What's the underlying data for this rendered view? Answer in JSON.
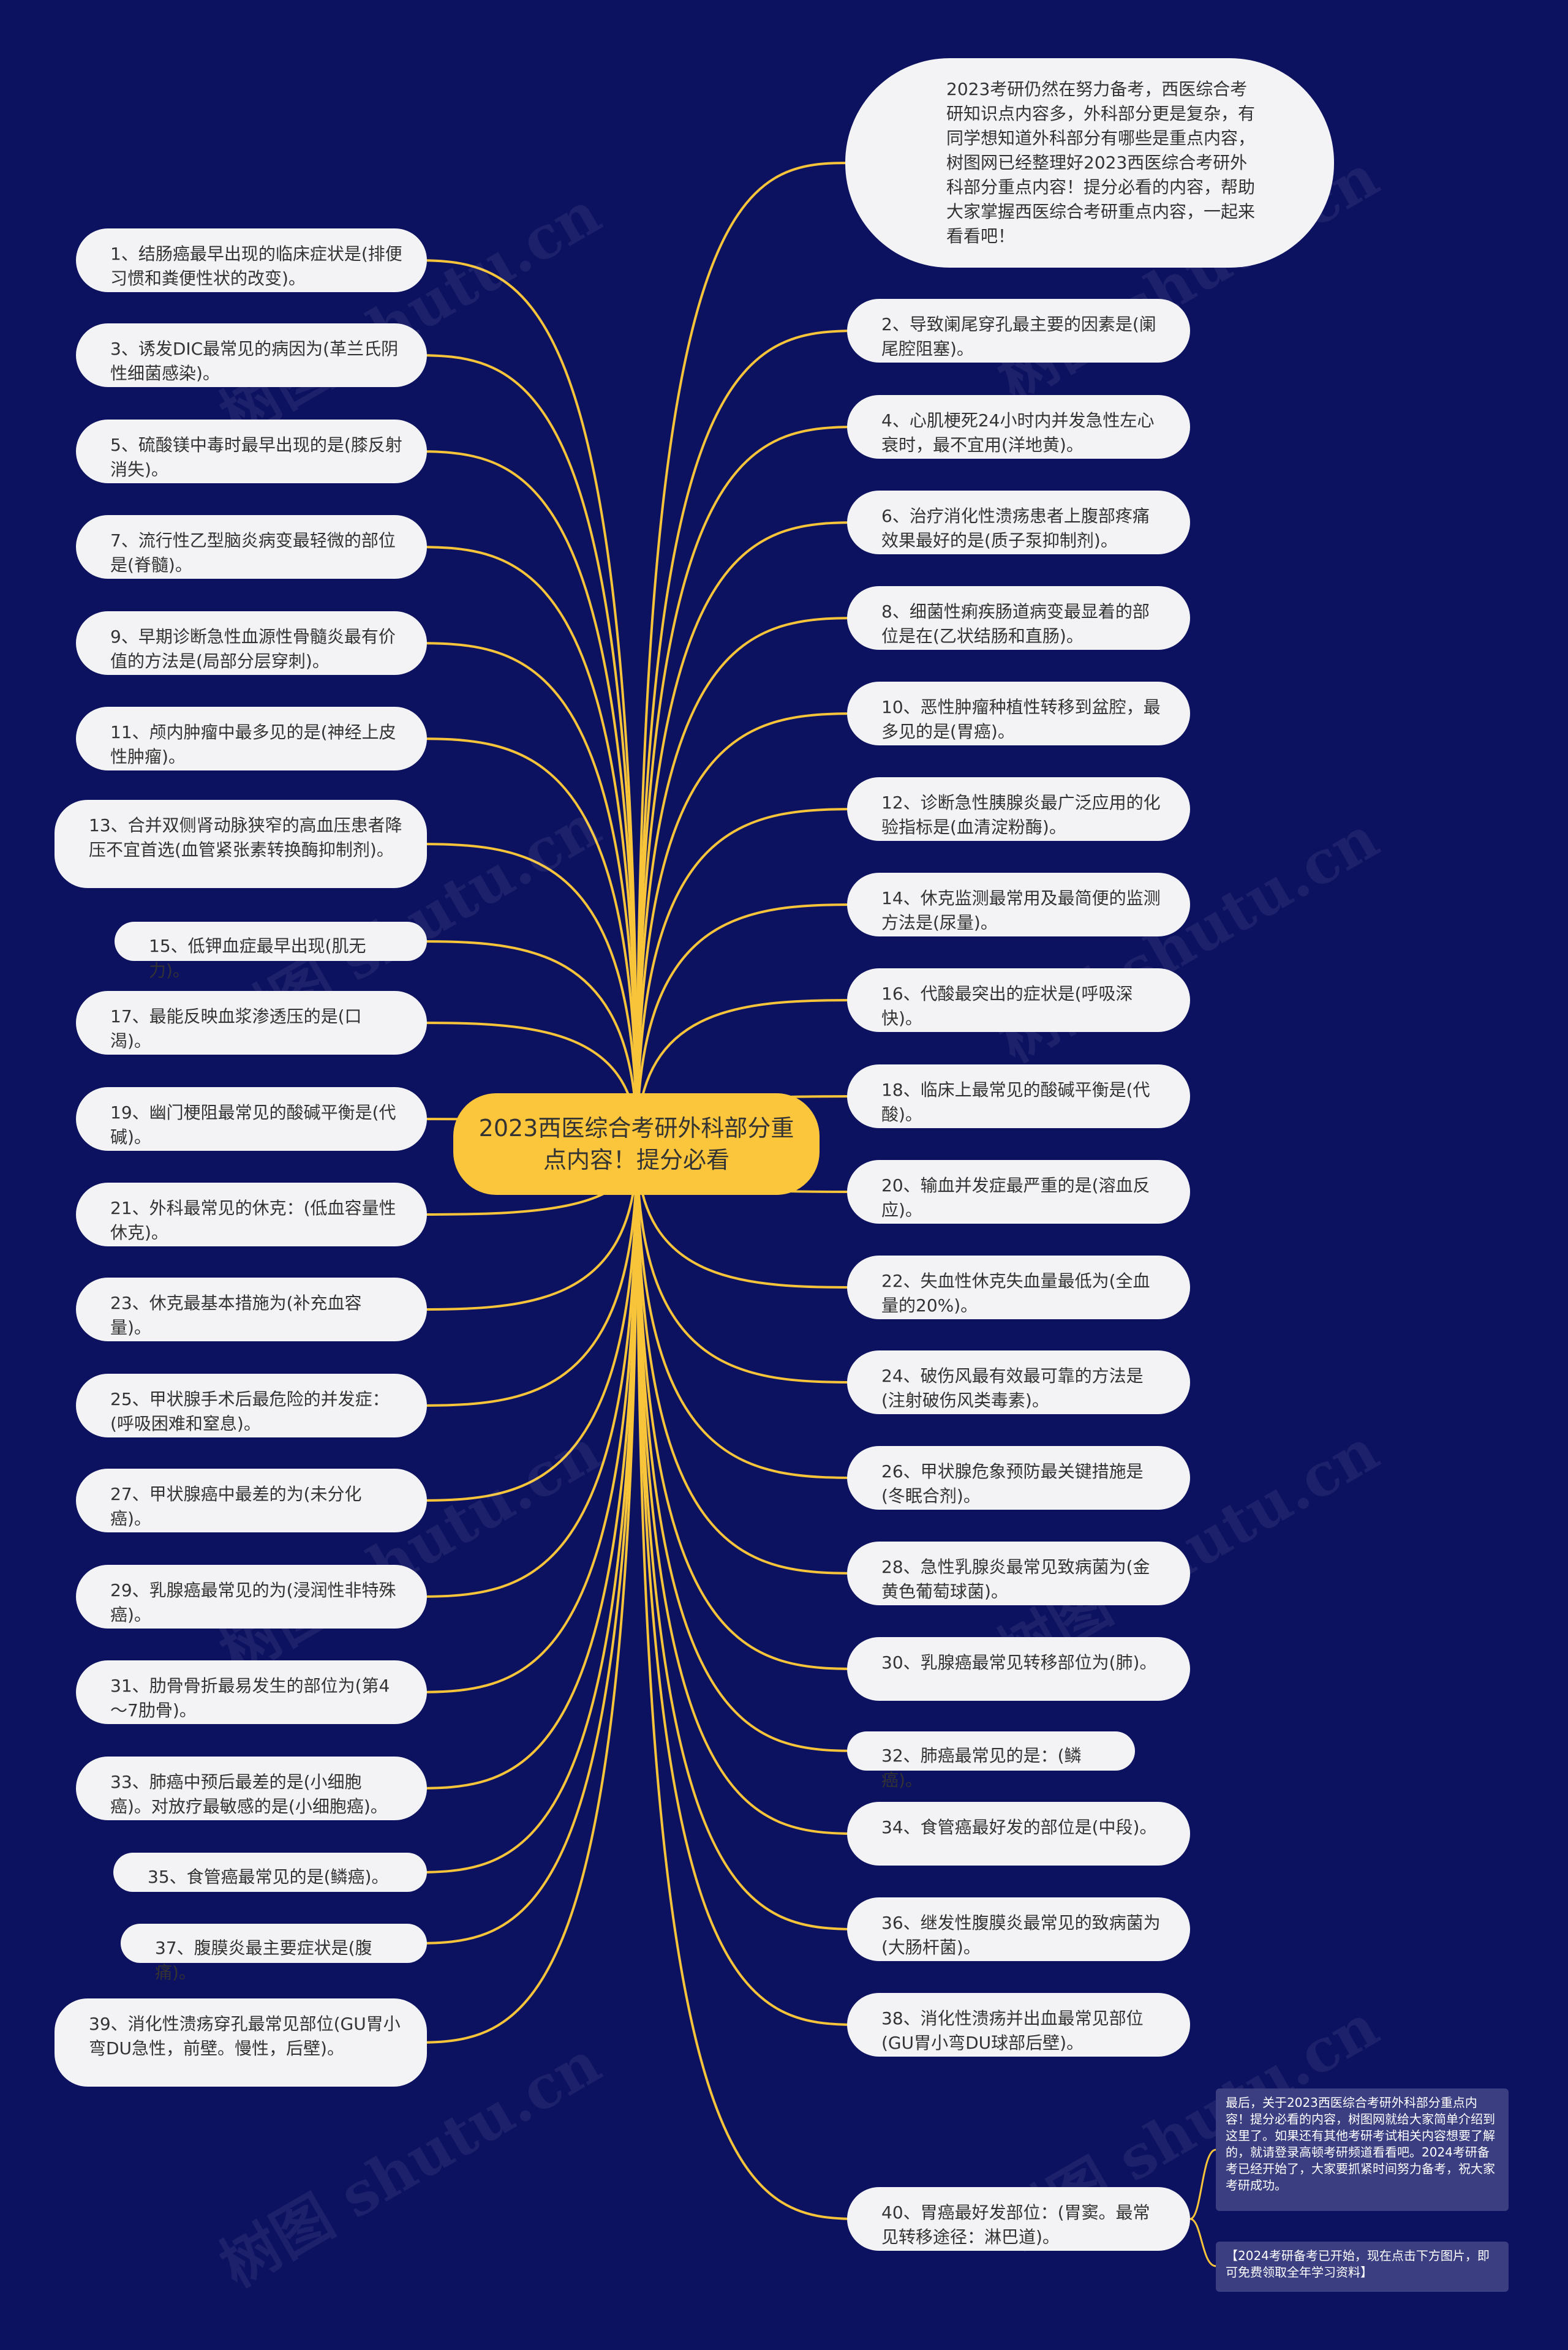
{
  "center_title": "2023西医综合考研外科部分重点内容！提分必看",
  "intro_text": "2023考研仍然在努力备考，西医综合考研知识点内容多，外科部分更是复杂，有同学想知道外科部分有哪些是重点内容，树图网已经整理好2023西医综合考研外科部分重点内容！提分必看的内容，帮助大家掌握西医综合考研重点内容，一起来看看吧！",
  "left_items": [
    "1、结肠癌最早出现的临床症状是(排便习惯和粪便性状的改变)。",
    "3、诱发DIC最常见的病因为(革兰氏阴性细菌感染)。",
    "5、硫酸镁中毒时最早出现的是(膝反射消失)。",
    "7、流行性乙型脑炎病变最轻微的部位是(脊髓)。",
    "9、早期诊断急性血源性骨髓炎最有价值的方法是(局部分层穿刺)。",
    "11、颅内肿瘤中最多见的是(神经上皮性肿瘤)。",
    "13、合并双侧肾动脉狭窄的高血压患者降压不宜首选(血管紧张素转换酶抑制剂)。",
    "15、低钾血症最早出现(肌无力)。",
    "17、最能反映血浆渗透压的是(口渴)。",
    "19、幽门梗阻最常见的酸碱平衡是(代碱)。",
    "21、外科最常见的休克：(低血容量性休克)。",
    "23、休克最基本措施为(补充血容量)。",
    "25、甲状腺手术后最危险的并发症：(呼吸困难和窒息)。",
    "27、甲状腺癌中最差的为(未分化癌)。",
    "29、乳腺癌最常见的为(浸润性非特殊癌)。",
    "31、肋骨骨折最易发生的部位为(第4～7肋骨)。",
    "33、肺癌中预后最差的是(小细胞癌)。对放疗最敏感的是(小细胞癌)。",
    "35、食管癌最常见的是(鳞癌)。",
    "37、腹膜炎最主要症状是(腹痛)。",
    "39、消化性溃疡穿孔最常见部位(GU胃小弯DU急性，前壁。慢性，后壁)。"
  ],
  "right_items": [
    "2、导致阑尾穿孔最主要的因素是(阑尾腔阻塞)。",
    "4、心肌梗死24小时内并发急性左心衰时，最不宜用(洋地黄)。",
    "6、治疗消化性溃疡患者上腹部疼痛效果最好的是(质子泵抑制剂)。",
    "8、细菌性痢疾肠道病变最显着的部位是在(乙状结肠和直肠)。",
    "10、恶性肿瘤种植性转移到盆腔，最多见的是(胃癌)。",
    "12、诊断急性胰腺炎最广泛应用的化验指标是(血清淀粉酶)。",
    "14、休克监测最常用及最简便的监测方法是(尿量)。",
    "16、代酸最突出的症状是(呼吸深快)。",
    "18、临床上最常见的酸碱平衡是(代酸)。",
    "20、输血并发症最严重的是(溶血反应)。",
    "22、失血性休克失血量最低为(全血量的20%)。",
    "24、破伤风最有效最可靠的方法是(注射破伤风类毒素)。",
    "26、甲状腺危象预防最关键措施是(冬眠合剂)。",
    "28、急性乳腺炎最常见致病菌为(金黄色葡萄球菌)。",
    "30、乳腺癌最常见转移部位为(肺)。",
    "32、肺癌最常见的是：(鳞癌)。",
    "34、食管癌最好发的部位是(中段)。",
    "36、继发性腹膜炎最常见的致病菌为(大肠杆菌)。",
    "38、消化性溃疡并出血最常见部位(GU胃小弯DU球部后壁)。",
    "40、胃癌最好发部位：(胃窦。最常见转移途径：淋巴道)。"
  ],
  "notes": [
    "最后，关于2023西医综合考研外科部分重点内容！提分必看的内容，树图网就给大家简单介绍到这里了。如果还有其他考研考试相关内容想要了解的，就请登录高顿考研频道看看吧。2024考研备考已经开始了，大家要抓紧时间努力备考，祝大家考研成功。",
    "【2024考研备考已开始，现在点击下方图片，即可免费领取全年学习资料】"
  ],
  "watermark": "树图 shutu.cn",
  "colors": {
    "background": "#0c1160",
    "center_fill": "#fcc63c",
    "node_fill": "#f3f3f5",
    "connector": "#f7c43a",
    "note_fill": "#3b3f82",
    "text": "#333333"
  }
}
